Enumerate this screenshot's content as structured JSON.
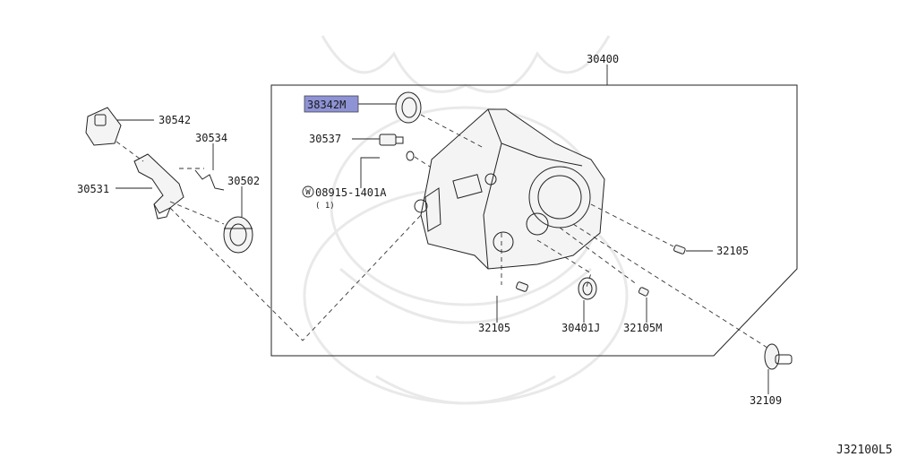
{
  "diagram": {
    "drawing_code": "J32100L5",
    "highlight_color": "#8e93d6",
    "parts": [
      {
        "id": "p30400",
        "number": "30400"
      },
      {
        "id": "p38342M",
        "number": "38342M",
        "highlighted": true
      },
      {
        "id": "p30537",
        "number": "30537"
      },
      {
        "id": "p08915",
        "number": "08915-1401A",
        "prefix_symbol": "W",
        "quantity": "( 1)"
      },
      {
        "id": "p30542",
        "number": "30542"
      },
      {
        "id": "p30534",
        "number": "30534"
      },
      {
        "id": "p30531",
        "number": "30531"
      },
      {
        "id": "p30502",
        "number": "30502"
      },
      {
        "id": "p32105a",
        "number": "32105"
      },
      {
        "id": "p32105b",
        "number": "32105"
      },
      {
        "id": "p30401J",
        "number": "30401J"
      },
      {
        "id": "p32105M",
        "number": "32105M"
      },
      {
        "id": "p32109",
        "number": "32109"
      }
    ]
  }
}
